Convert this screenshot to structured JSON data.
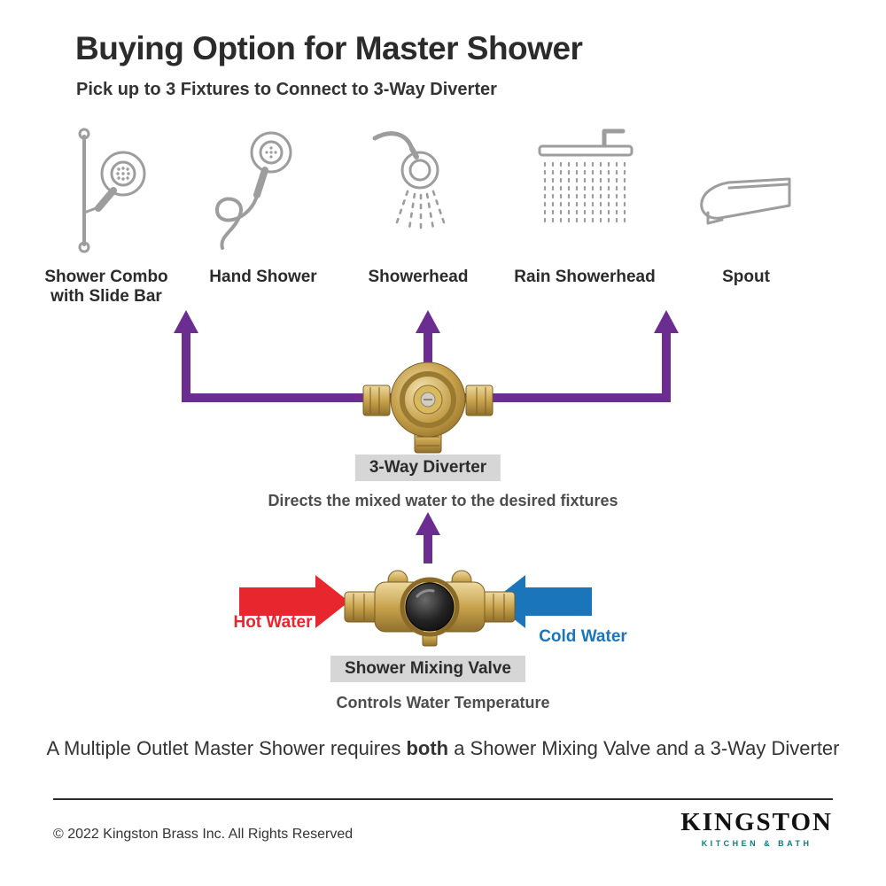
{
  "header": {
    "title": "Buying Option for Master Shower",
    "subtitle": "Pick up to 3 Fixtures to Connect to 3-Way Diverter"
  },
  "fixtures": {
    "items": [
      {
        "label": "Shower Combo with Slide Bar",
        "icon": "shower-combo-slide-bar-icon"
      },
      {
        "label": "Hand Shower",
        "icon": "hand-shower-icon"
      },
      {
        "label": "Showerhead",
        "icon": "showerhead-icon"
      },
      {
        "label": "Rain Showerhead",
        "icon": "rain-showerhead-icon"
      },
      {
        "label": "Spout",
        "icon": "spout-icon"
      }
    ]
  },
  "diverter": {
    "label": "3-Way Diverter",
    "description": "Directs the mixed water to the desired fixtures"
  },
  "mixing_valve": {
    "label": "Shower Mixing Valve",
    "description": "Controls Water Temperature",
    "hot_label": "Hot Water",
    "cold_label": "Cold Water"
  },
  "note": {
    "prefix": "A Multiple Outlet Master Shower requires ",
    "bold": "both",
    "suffix": " a Shower Mixing Valve and a 3-Way Diverter"
  },
  "footer": {
    "copyright": "© 2022 Kingston Brass Inc.  All Rights Reserved",
    "brand": "KINGSTON",
    "brand_sub": "KITCHEN & BATH"
  },
  "colors": {
    "arrow_purple": "#6b2d90",
    "hot_red": "#e8262d",
    "cold_blue": "#1b75bb",
    "label_bg": "#d6d6d6",
    "icon_gray": "#9d9d9d",
    "brand_teal": "#0d7c7c"
  }
}
